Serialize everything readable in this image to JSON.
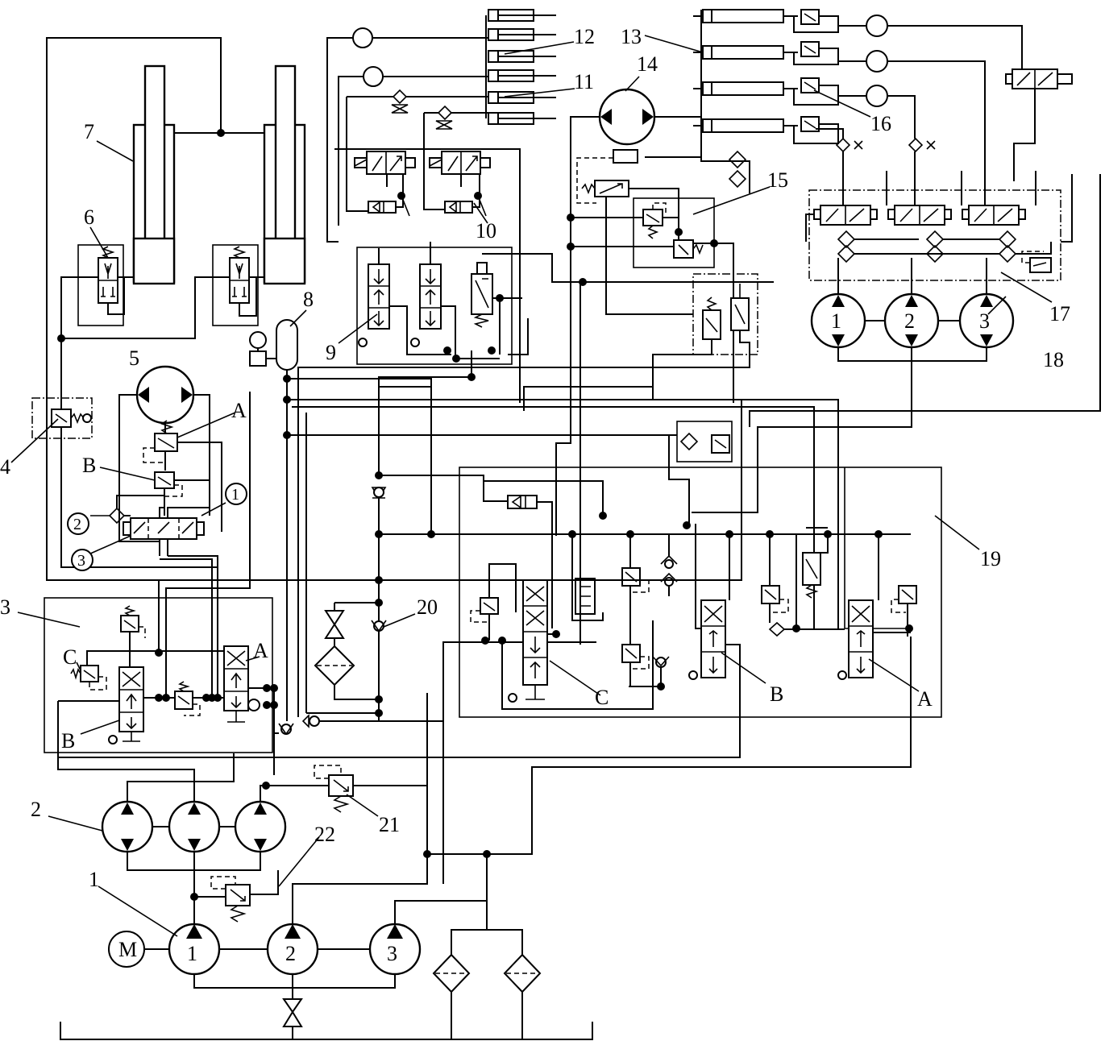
{
  "components": {
    "c1": "1",
    "c2": "2",
    "c3": "3",
    "c4": "4",
    "c5": "5",
    "c6": "6",
    "c7": "7",
    "c8": "8",
    "c9": "9",
    "c10": "10",
    "c11": "11",
    "c12": "12",
    "c13": "13",
    "c14": "14",
    "c15": "15",
    "c16": "16",
    "c17": "17",
    "c18": "18",
    "c19": "19",
    "c20": "20",
    "c21": "21",
    "c22": "22"
  },
  "pump_numbers": {
    "main": [
      "1",
      "2",
      "3"
    ],
    "right": [
      "1",
      "2",
      "3"
    ]
  },
  "motor_label": "M",
  "port_labels": {
    "motor_valve_A": "A",
    "motor_valve_B": "B",
    "circ_1": "1",
    "circ_2": "2",
    "circ_3": "3",
    "block3_A": "A",
    "block3_B": "B",
    "block3_C": "C",
    "block19_A": "A",
    "block19_B": "B",
    "block19_C": "C"
  }
}
